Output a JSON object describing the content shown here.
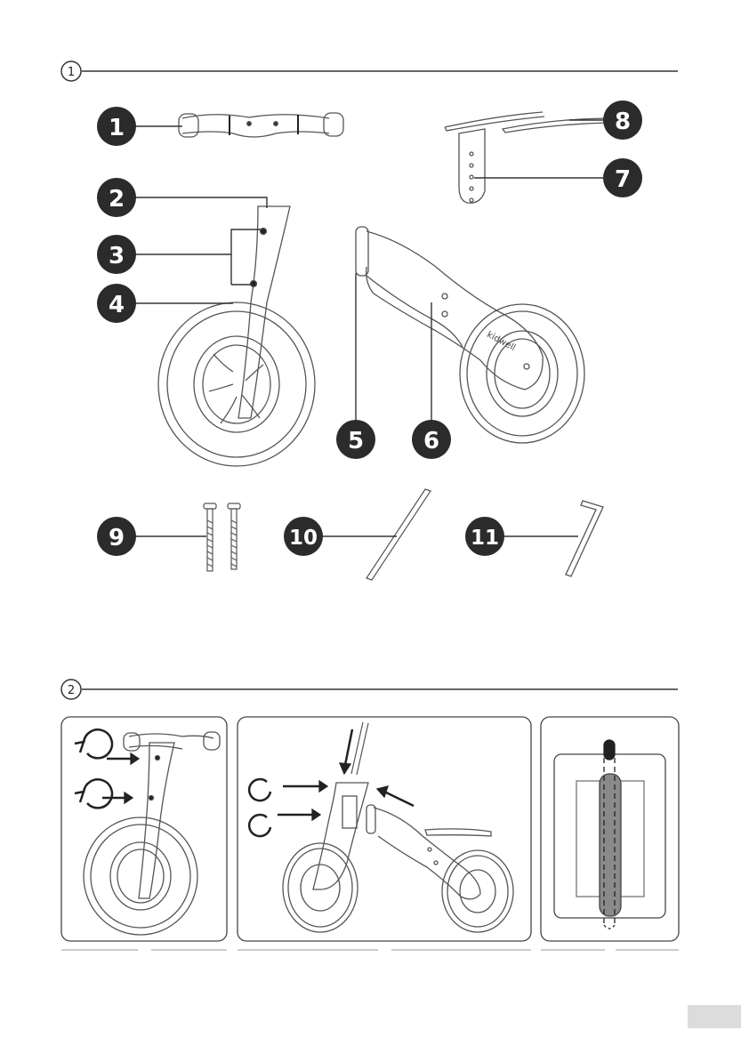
{
  "steps": [
    {
      "label": "1"
    },
    {
      "label": "2"
    }
  ],
  "parts": [
    {
      "label": "1",
      "name": "handlebar"
    },
    {
      "label": "2",
      "name": "fork"
    },
    {
      "label": "3",
      "name": "fork-holes"
    },
    {
      "label": "4",
      "name": "front-wheel"
    },
    {
      "label": "5",
      "name": "frame-head"
    },
    {
      "label": "6",
      "name": "frame"
    },
    {
      "label": "7",
      "name": "seat-post"
    },
    {
      "label": "8",
      "name": "seat"
    },
    {
      "label": "9",
      "name": "bolts"
    },
    {
      "label": "10",
      "name": "rod"
    },
    {
      "label": "11",
      "name": "allen-key"
    }
  ],
  "brand": "kidwell",
  "colors": {
    "badge": "#2b2b2b",
    "line": "#333333",
    "page_box": "#dcdcdc"
  }
}
